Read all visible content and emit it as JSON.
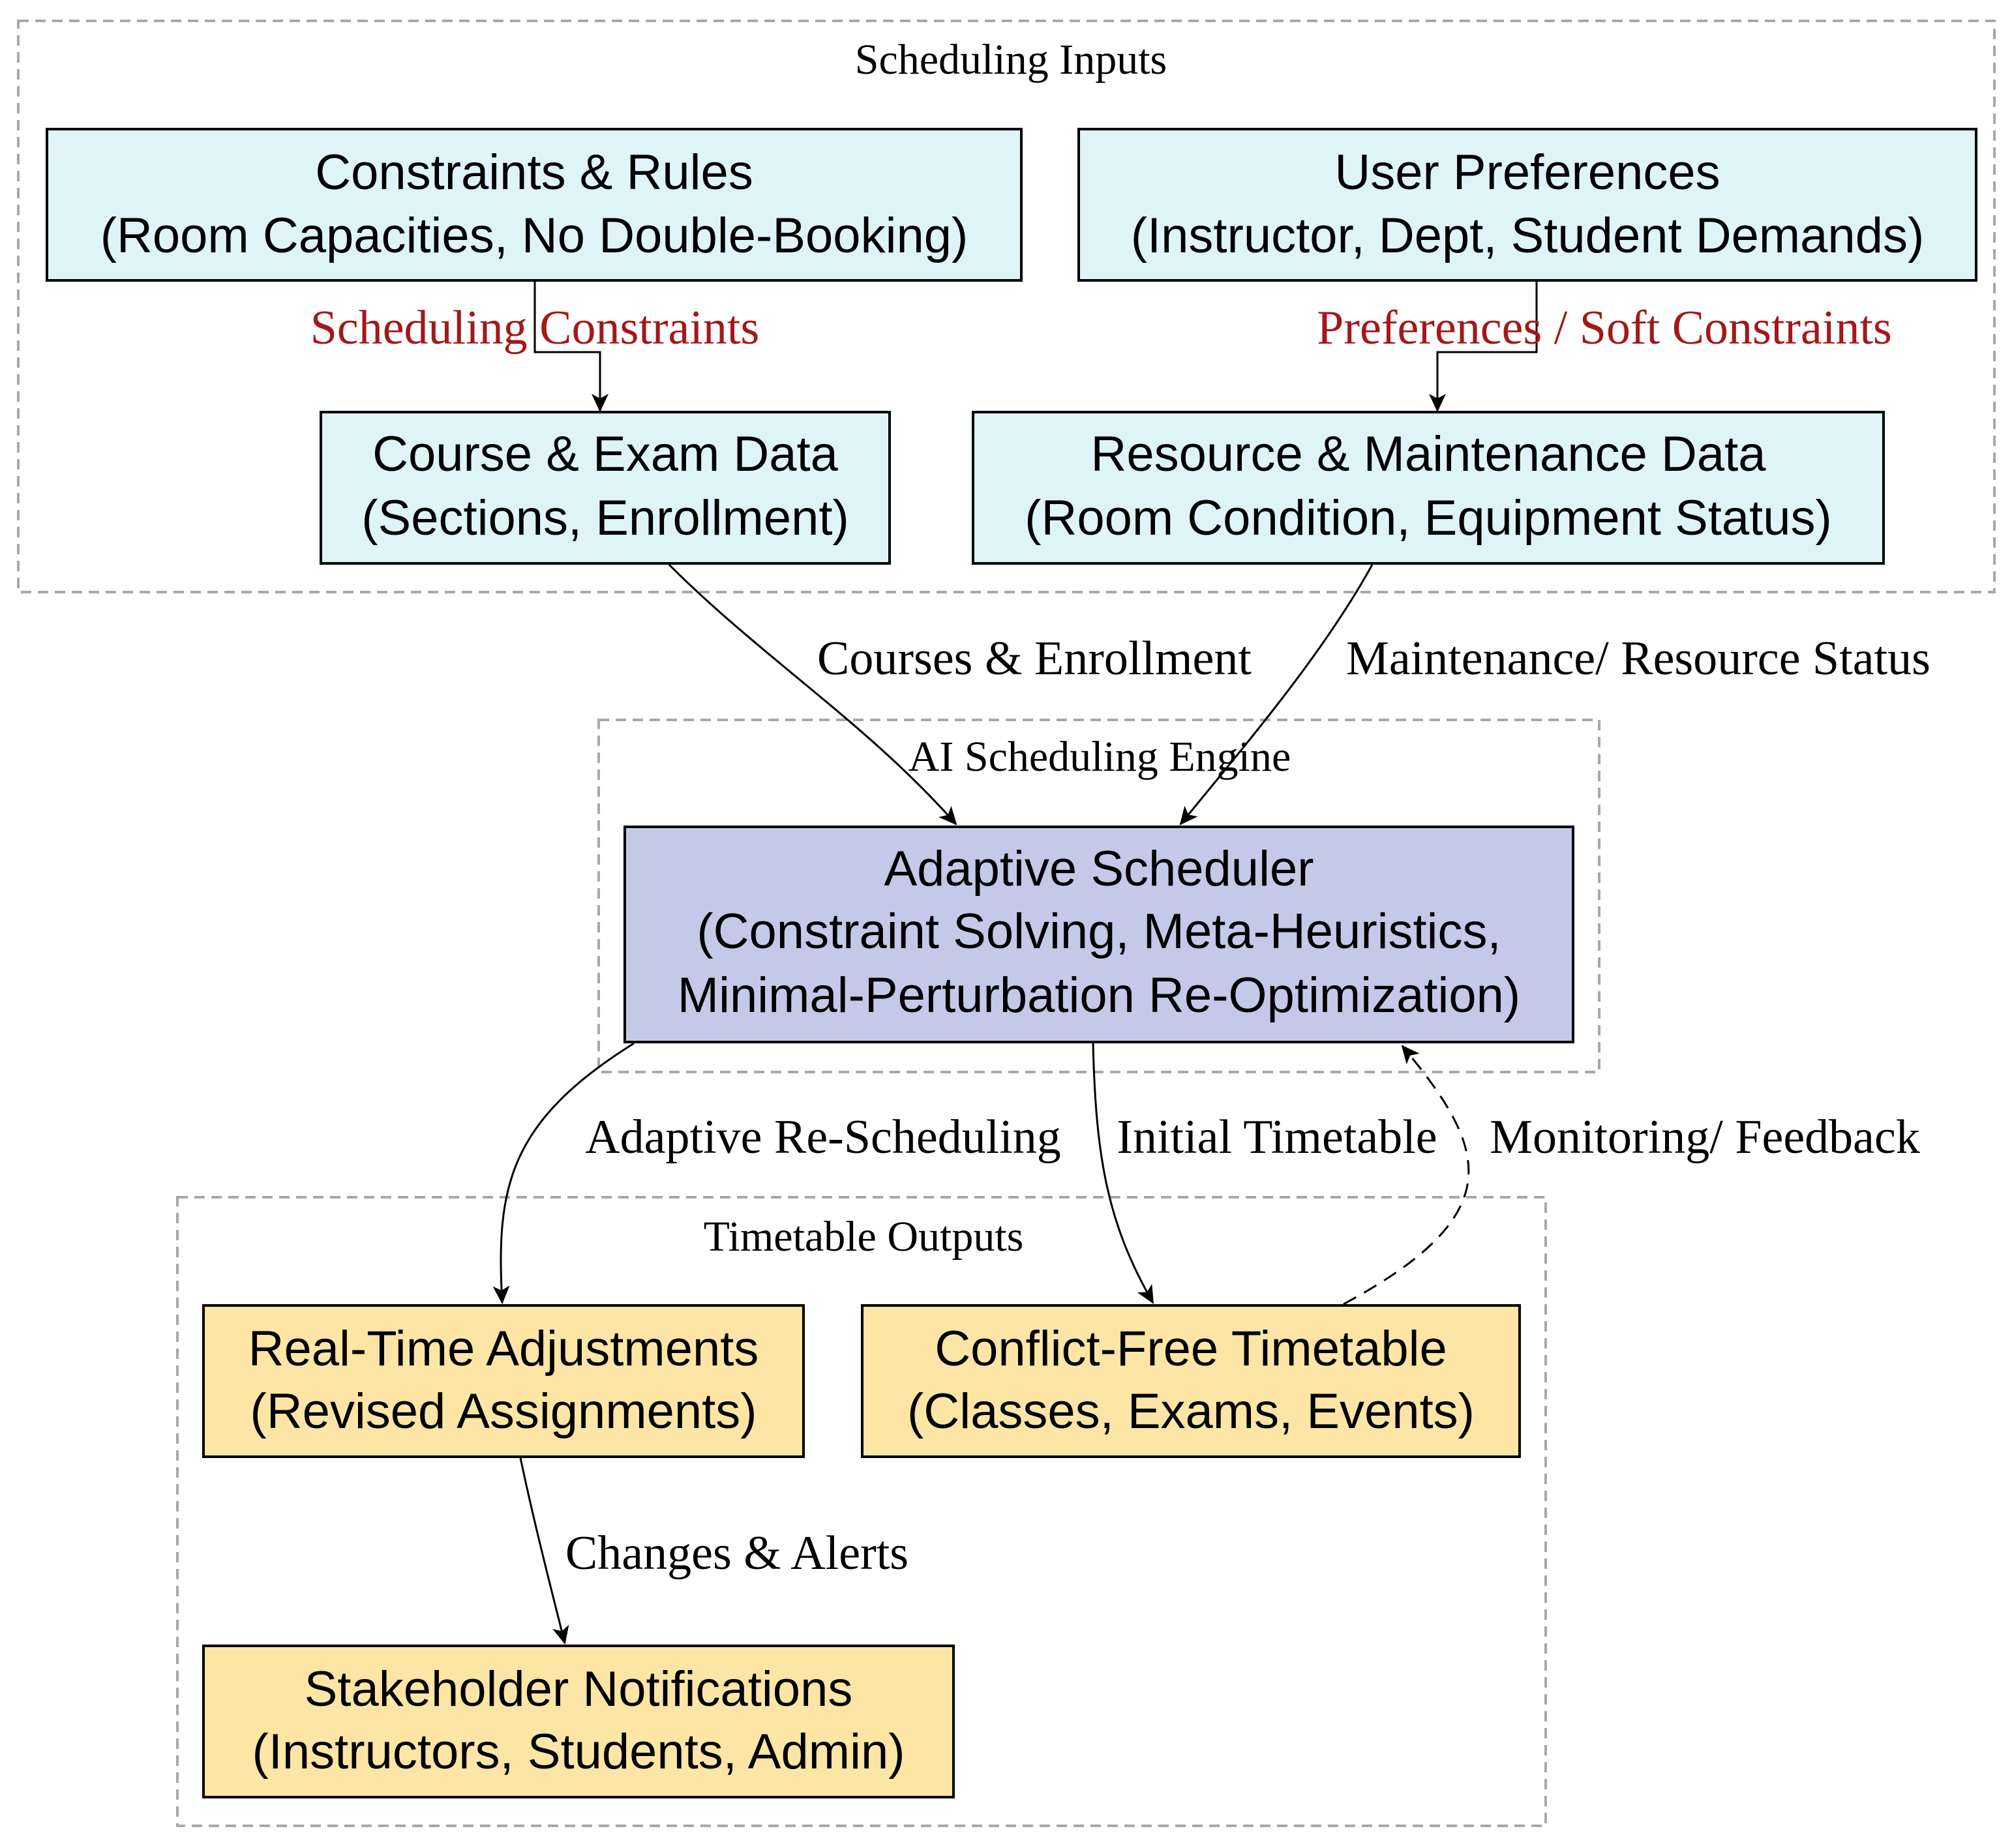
{
  "groups": {
    "inputs": {
      "label": "Scheduling Inputs"
    },
    "engine": {
      "label": "AI Scheduling Engine"
    },
    "outputs": {
      "label": "Timetable Outputs"
    }
  },
  "nodes": {
    "constraints": {
      "title": "Constraints & Rules",
      "sub": "(Room Capacities, No Double-Booking)"
    },
    "preferences": {
      "title": "User Preferences",
      "sub": "(Instructor, Dept, Student Demands)"
    },
    "course_data": {
      "title": "Course & Exam Data",
      "sub": "(Sections, Enrollment)"
    },
    "resource_data": {
      "title": "Resource & Maintenance Data",
      "sub": "(Room Condition, Equipment Status)"
    },
    "scheduler": {
      "title": "Adaptive Scheduler",
      "sub1": "(Constraint Solving, Meta-Heuristics,",
      "sub2": "Minimal-Perturbation Re-Optimization)"
    },
    "realtime": {
      "title": "Real-Time Adjustments",
      "sub": "(Revised Assignments)"
    },
    "timetable": {
      "title": "Conflict-Free Timetable",
      "sub": "(Classes, Exams, Events)"
    },
    "notifications": {
      "title": "Stakeholder Notifications",
      "sub": "(Instructors, Students, Admin)"
    }
  },
  "edges": {
    "scheduling_constraints": "Scheduling Constraints",
    "preferences_soft": "Preferences / Soft Constraints",
    "courses_enrollment": "Courses & Enrollment",
    "maintenance_status": "Maintenance/ Resource Status",
    "adaptive_rescheduling": "Adaptive Re-Scheduling",
    "initial_timetable": "Initial Timetable",
    "monitoring_feedback": "Monitoring/ Feedback",
    "changes_alerts": "Changes & Alerts"
  },
  "colors": {
    "input_fill": "#dff4f7",
    "engine_fill": "#c5c9e8",
    "output_fill": "#fde5a6",
    "constraint_label": "#a31818",
    "group_border": "#a8a8a8",
    "stroke": "#000000"
  }
}
